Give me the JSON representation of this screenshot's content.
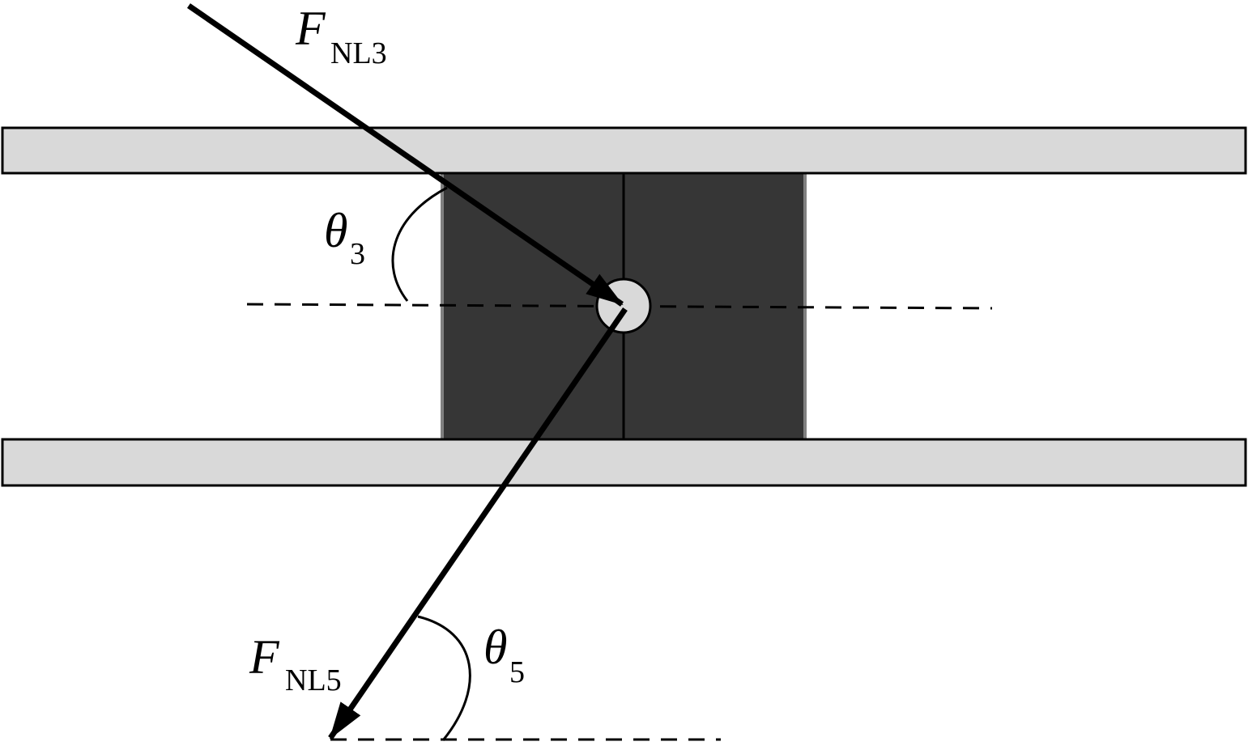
{
  "colors": {
    "plate_fill": "#d9d9d9",
    "block_fill": "#363636",
    "block_edge": "#808080",
    "stroke": "#000000",
    "pin_fill": "#d9d9d9"
  },
  "icons": {
    "arrow_head": "filled-triangle-arrowhead"
  },
  "labels": {
    "force_3": {
      "symbol": "F",
      "subscript": "NL3"
    },
    "force_5": {
      "symbol": "F",
      "subscript": "NL5"
    },
    "angle_3": {
      "symbol": "θ",
      "subscript": "3"
    },
    "angle_5": {
      "symbol": "θ",
      "subscript": "5"
    }
  }
}
